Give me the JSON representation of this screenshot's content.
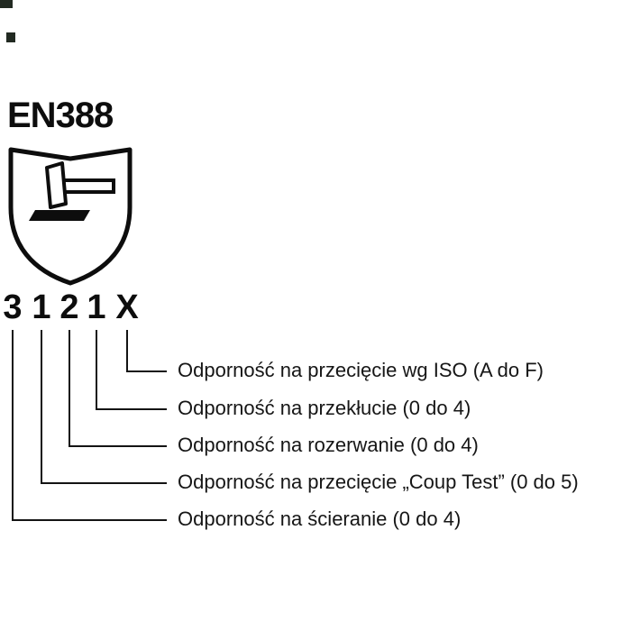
{
  "diagram": {
    "standard": "EN388",
    "digits": [
      "3",
      "1",
      "2",
      "1",
      "X"
    ],
    "rows": [
      {
        "digit": "X",
        "text": "Odporność na przecięcie wg ISO (A do F)"
      },
      {
        "digit": "1",
        "text": "Odporność na przekłucie (0 do 4)"
      },
      {
        "digit": "2",
        "text": "Odporność na rozerwanie (0 do 4)"
      },
      {
        "digit": "1",
        "text": "Odporność na przecięcie „Coup Test” (0 do 5)"
      },
      {
        "digit": "3",
        "text": "Odporność na ścieranie (0 do 4)"
      }
    ],
    "icons": {
      "shield": "mechanical-risk-shield-icon",
      "pictogram": "hammer-abrasion-icon"
    },
    "colors": {
      "ink": "#141414",
      "background": "#ffffff"
    }
  }
}
